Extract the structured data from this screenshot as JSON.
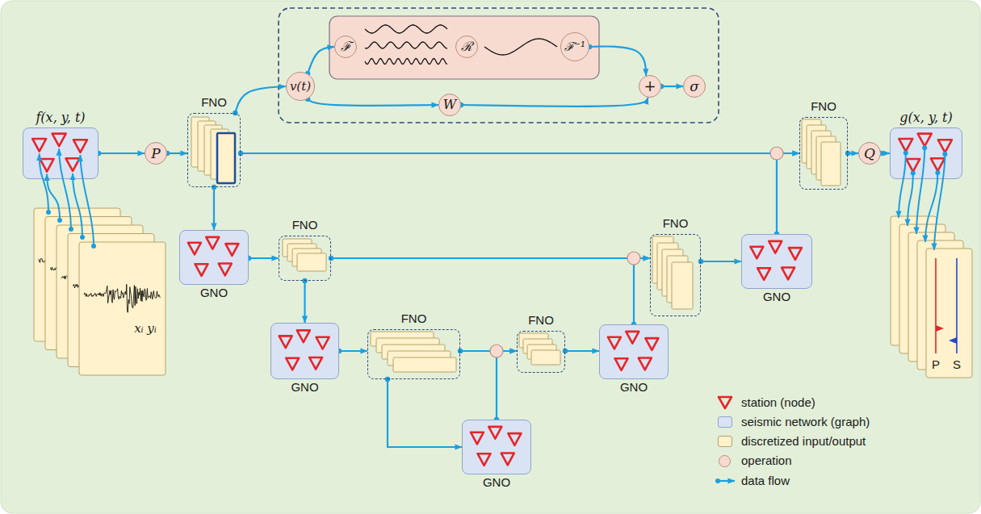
{
  "diagram": {
    "nodes": [
      {
        "text": [
          "f(x, y, t)"
        ]
      },
      {
        "text": [
          "P"
        ]
      },
      {
        "text": [
          "FNO"
        ]
      },
      {
        "text": [
          "v(t)"
        ]
      },
      {
        "text": [
          "ℱ"
        ]
      },
      {
        "text": [
          "ℛ"
        ]
      },
      {
        "text": [
          "ℱ⁻¹"
        ]
      },
      {
        "text": [
          "W"
        ]
      },
      {
        "text": [
          "+"
        ]
      },
      {
        "text": [
          "σ"
        ]
      },
      {
        "text": [
          "FNO"
        ]
      },
      {
        "text": [
          "Q"
        ]
      },
      {
        "text": [
          "g(x, y, t)"
        ]
      },
      {
        "text": [
          "GNO"
        ]
      },
      {
        "text": [
          "FNO"
        ]
      },
      {
        "text": [
          "FNO"
        ]
      },
      {
        "text": [
          "GNO"
        ]
      },
      {
        "text": [
          "GNO"
        ]
      },
      {
        "text": [
          "FNO"
        ]
      },
      {
        "text": [
          "FNO"
        ]
      },
      {
        "text": [
          "GNO"
        ]
      },
      {
        "text": [
          "GNO"
        ]
      }
    ],
    "edges": [
      {
        "from": 0,
        "to": 1,
        "arrow": "to"
      },
      {
        "from": 1,
        "to": 2,
        "arrow": "to"
      },
      {
        "from": 2,
        "to": 3,
        "arrow": "to"
      },
      {
        "from": 3,
        "to": 4,
        "arrow": "to"
      },
      {
        "from": 3,
        "to": 7,
        "arrow": "to"
      },
      {
        "from": 6,
        "to": 8,
        "arrow": "to"
      },
      {
        "from": 7,
        "to": 8,
        "arrow": "to"
      },
      {
        "from": 8,
        "to": 9,
        "arrow": "to"
      },
      {
        "from": 2,
        "to": 10,
        "arrow": "to"
      },
      {
        "from": 16,
        "to": 10,
        "arrow": "to"
      },
      {
        "from": 10,
        "to": 11,
        "arrow": "to"
      },
      {
        "from": 11,
        "to": 12,
        "arrow": "to"
      },
      {
        "from": 2,
        "to": 13,
        "arrow": "to"
      },
      {
        "from": 13,
        "to": 14,
        "arrow": "to"
      },
      {
        "from": 14,
        "to": 15,
        "arrow": "to"
      },
      {
        "from": 20,
        "to": 15,
        "arrow": "to"
      },
      {
        "from": 15,
        "to": 16,
        "arrow": "to"
      },
      {
        "from": 14,
        "to": 17,
        "arrow": "to"
      },
      {
        "from": 17,
        "to": 18,
        "arrow": "to"
      },
      {
        "from": 18,
        "to": 19,
        "arrow": "to"
      },
      {
        "from": 21,
        "to": 19,
        "arrow": "to"
      },
      {
        "from": 19,
        "to": 20,
        "arrow": "to"
      },
      {
        "from": 18,
        "to": 21,
        "arrow": "to"
      }
    ],
    "labels": [
      "xᵢ yᵢ",
      "P",
      "S"
    ],
    "legend": [
      {
        "text": "station (node)"
      },
      {
        "text": "seismic network (graph)",
        "color": "#dae3f3"
      },
      {
        "text": "discretized input/output",
        "color": "#fff2cc"
      },
      {
        "text": "operation",
        "color": "#f8dbd0"
      },
      {
        "text": "data flow"
      }
    ]
  }
}
